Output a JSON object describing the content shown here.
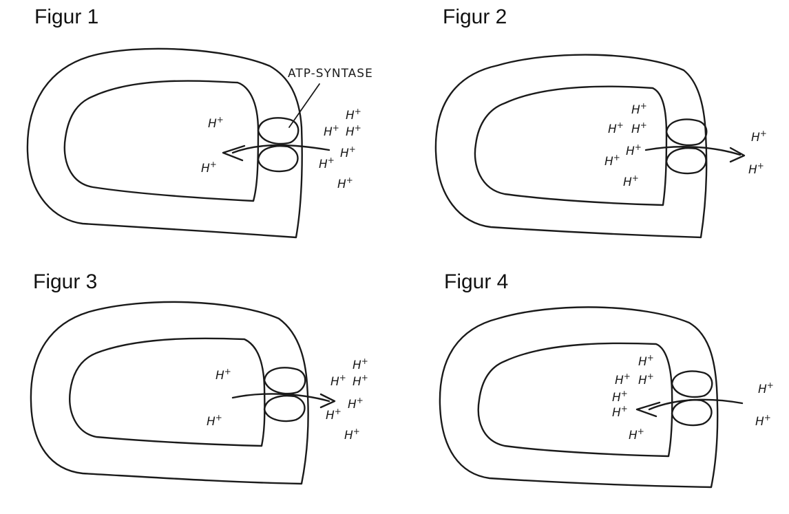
{
  "figures": [
    {
      "title": "Figur 1",
      "arrow_direction": "inward",
      "annotation": "ATP-SYNTASE",
      "ions_inside": [
        "H",
        "H"
      ],
      "ions_outside": [
        "H",
        "H",
        "H",
        "H",
        "H",
        "H"
      ]
    },
    {
      "title": "Figur 2",
      "arrow_direction": "outward",
      "ions_inside": [
        "H",
        "H",
        "H",
        "H",
        "H",
        "H"
      ],
      "ions_outside": [
        "H",
        "H"
      ]
    },
    {
      "title": "Figur 3",
      "arrow_direction": "outward",
      "ions_inside": [
        "H",
        "H"
      ],
      "ions_outside": [
        "H",
        "H",
        "H",
        "H",
        "H",
        "H"
      ]
    },
    {
      "title": "Figur 4",
      "arrow_direction": "inward",
      "ions_inside": [
        "H",
        "H",
        "H",
        "H",
        "H",
        "H"
      ],
      "ions_outside": [
        "H",
        "H"
      ]
    }
  ],
  "ion_charge": "+",
  "colors": {
    "ink": "#1a1a1a",
    "background": "#ffffff"
  }
}
